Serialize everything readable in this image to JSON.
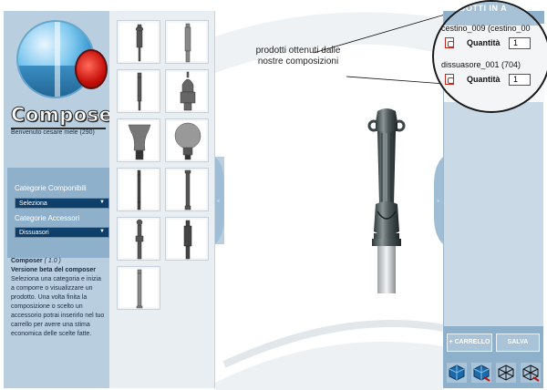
{
  "app": {
    "logo_text": "Composer",
    "welcome": "Benvenuto cesare mele (290)"
  },
  "categories": {
    "componibili_label": "Categorie Componibili",
    "componibili_value": "Seleziona",
    "accessori_label": "Categorie Accessori",
    "accessori_value": "Dissuasori"
  },
  "info": {
    "title": "Composer",
    "version": "( 1.0 )",
    "subtitle": "Versione beta del composer",
    "body": "Seleziona una categoria e inizia a comporre o visualizzare un prodotto. Una volta finita la composizione o scelto un accessorio potrai inserirlo nel tuo carrello per avere una stima economica delle scelte fatte."
  },
  "thumbnails": [
    {
      "name": "bollard-1"
    },
    {
      "name": "bollard-2"
    },
    {
      "name": "bollard-3"
    },
    {
      "name": "bollard-4"
    },
    {
      "name": "bollard-5"
    },
    {
      "name": "bollard-6"
    },
    {
      "name": "bollard-7"
    },
    {
      "name": "bollard-8"
    },
    {
      "name": "bollard-9"
    },
    {
      "name": "bollard-10"
    },
    {
      "name": "bollard-11"
    }
  ],
  "callout": {
    "line1": "prodotti ottenuti dalle",
    "line2": "nostre composizioni"
  },
  "products": {
    "header": "DOTTI IN A",
    "items": [
      {
        "name": "cestino_009 (cestino_00",
        "qty_label": "Quantità",
        "qty": "1"
      },
      {
        "name": "dissuasore_001 (704)",
        "qty_label": "Quantità",
        "qty": "1"
      }
    ]
  },
  "actions": {
    "cart": "+ CARRELLO",
    "save": "SALVA"
  },
  "icons": [
    "cube-view-icon",
    "cube-view-red-icon",
    "wireframe-view-icon",
    "wireframe-view-red-icon"
  ],
  "colors": {
    "panel": "#b9cfe0",
    "panel_dark": "#8fb0ca",
    "select_bg": "#0e3f6b",
    "accent_red": "#c8100a"
  }
}
